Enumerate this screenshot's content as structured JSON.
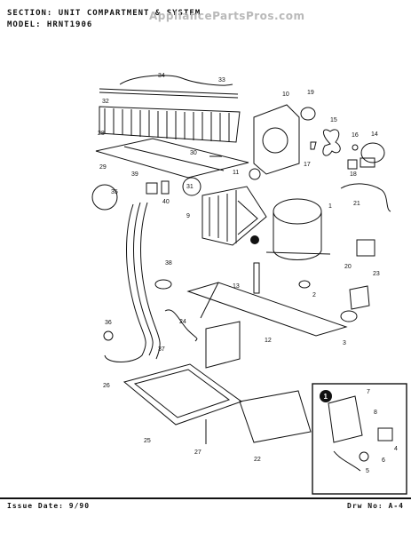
{
  "header": {
    "section_line": "SECTION: UNIT COMPARTMENT & SYSTEM",
    "model_line": "MODEL: HRNT1906"
  },
  "watermark": "AppliancePartsPros.com",
  "footer": {
    "issue_date": "Issue Date: 9/90",
    "drawing_no": "Drw No: A-4"
  },
  "diagram": {
    "inset_badge": "1",
    "part_labels": [
      "1",
      "2",
      "3",
      "4",
      "5",
      "6",
      "7",
      "8",
      "9",
      "10",
      "11",
      "12",
      "13",
      "14",
      "15",
      "16",
      "17",
      "18",
      "19",
      "20",
      "21",
      "22",
      "23",
      "24",
      "25",
      "26",
      "27",
      "28",
      "29",
      "30",
      "31",
      "32",
      "33",
      "34",
      "35",
      "36",
      "37",
      "38",
      "39",
      "40"
    ],
    "inset_labels": [
      "4",
      "5",
      "6",
      "7",
      "8"
    ]
  }
}
